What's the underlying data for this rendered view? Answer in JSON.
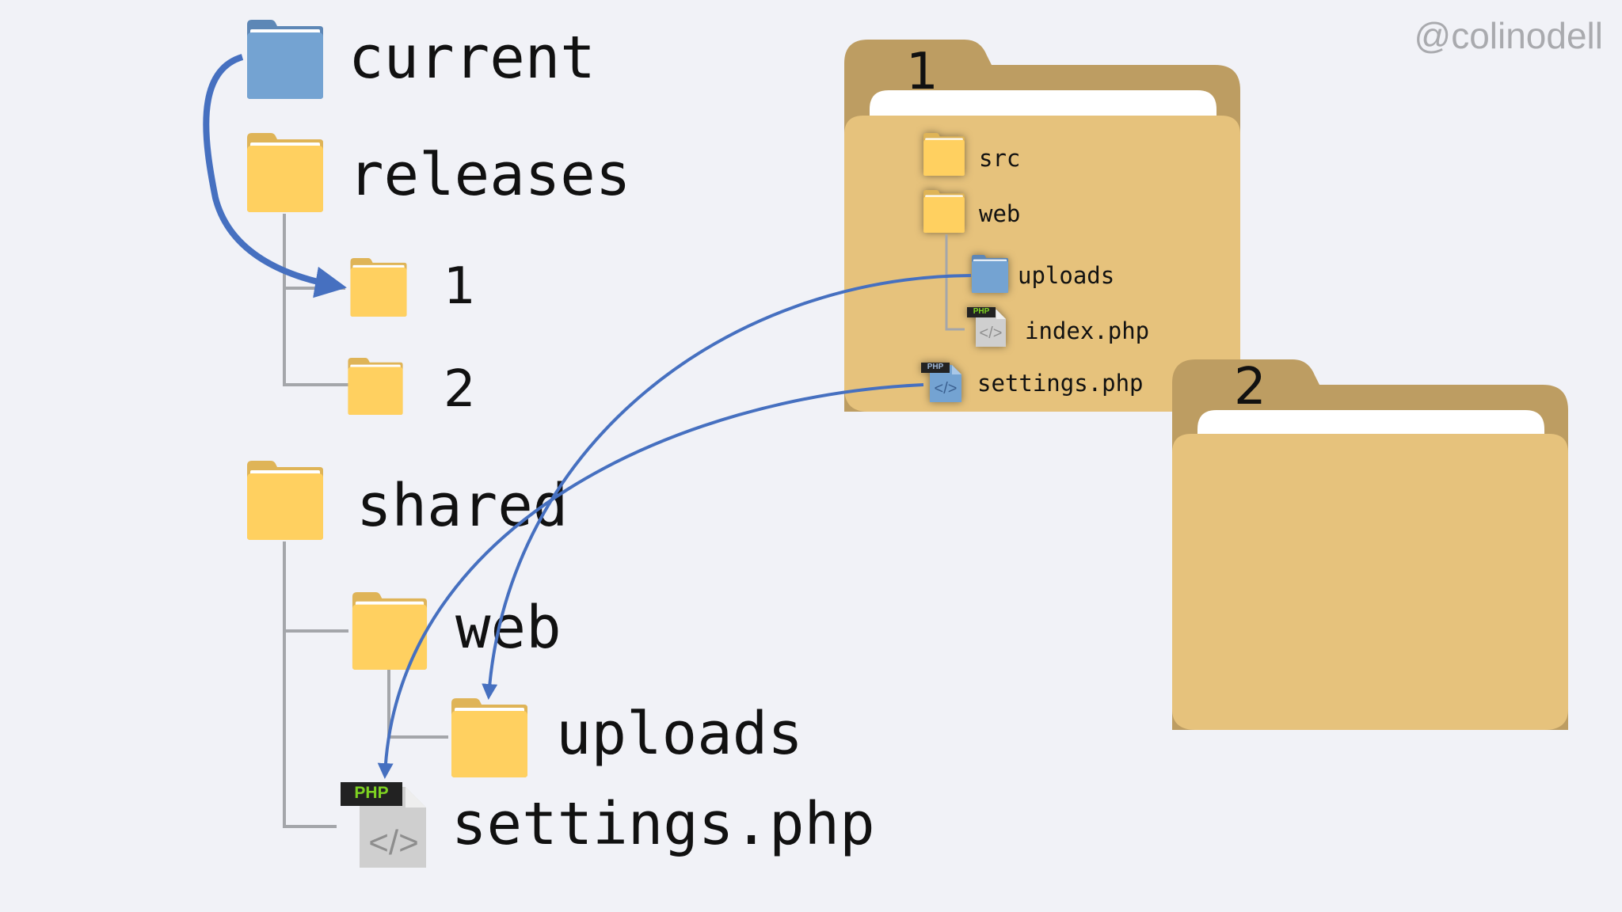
{
  "watermark": "@colinodell",
  "tree": {
    "current": "current",
    "releases": "releases",
    "release_1": "1",
    "release_2": "2",
    "shared": "shared",
    "shared_web": "web",
    "shared_uploads": "uploads",
    "shared_settings": "settings.php"
  },
  "release_one_panel": {
    "tab_label": "1",
    "items": {
      "src": "src",
      "web": "web",
      "uploads": "uploads",
      "index": "index.php",
      "settings": "settings.php"
    }
  },
  "release_two_panel": {
    "tab_label": "2"
  },
  "file_badge": "PHP",
  "file_glyph": "</>",
  "colors": {
    "folder_yellow": "#ffd060",
    "folder_yellow_tab": "#dfb457",
    "folder_blue": "#74a3d2",
    "big_folder_back": "#bd9d62",
    "big_folder_front": "#e6c27c",
    "arrow_blue": "#4670c0",
    "connector_gray": "#a4a6aa"
  }
}
